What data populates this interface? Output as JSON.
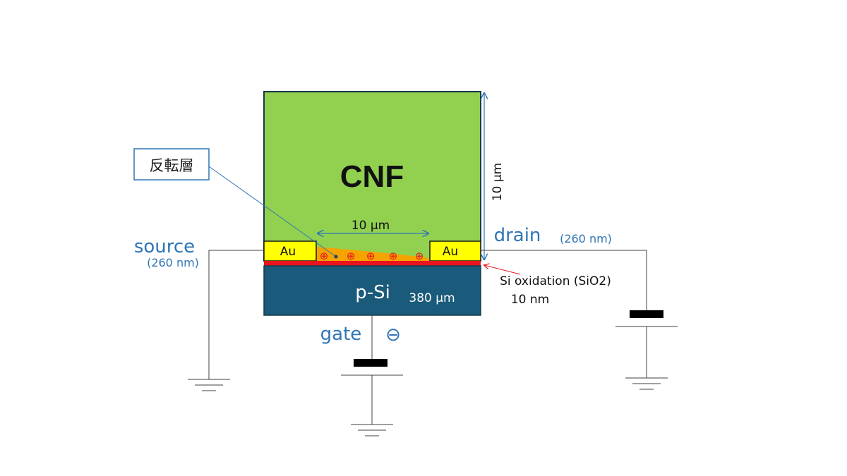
{
  "labels": {
    "cnf": "CNF",
    "inversion_layer": "反転層",
    "channel_length": "10 µm",
    "cnf_thickness": "10 µm",
    "au_left": "Au",
    "au_right": "Au",
    "source": "source",
    "source_thickness": "(260 nm)",
    "drain": "drain",
    "drain_thickness": "(260 nm)",
    "substrate": "p-Si",
    "substrate_thickness": "380 µm",
    "oxide": "Si oxidation (SiO2)",
    "oxide_thickness": "10 nm",
    "gate": "gate",
    "gate_polarity": "⊖",
    "hole_symbol": "⊕"
  },
  "colors": {
    "cnf_fill": "#92d050",
    "substrate_fill": "#1a5a7a",
    "oxide_fill": "#e8141e",
    "au_fill": "#ffff00",
    "inversion_fill": "#f5a300",
    "hole_color": "#e8141e",
    "label_blue": "#2e75b6",
    "dimension_line": "#2e75b6",
    "wire": "#404040",
    "battery_plate": "#000000"
  }
}
